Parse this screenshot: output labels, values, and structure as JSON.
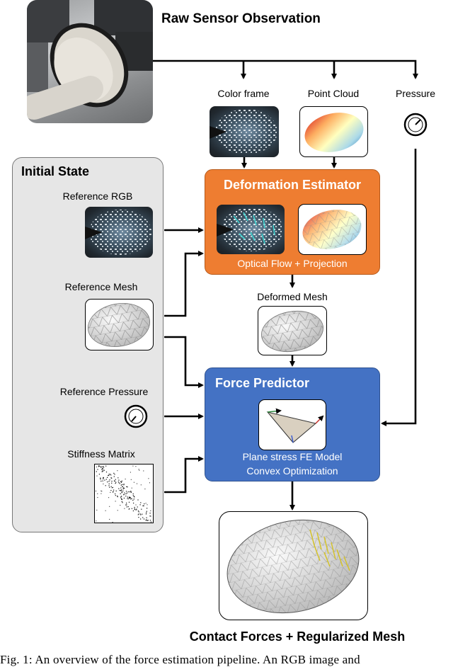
{
  "title_raw": "Raw Sensor Observation",
  "labels": {
    "color_frame": "Color frame",
    "point_cloud": "Point Cloud",
    "pressure": "Pressure",
    "initial_state": "Initial State",
    "reference_rgb": "Reference RGB",
    "reference_mesh": "Reference Mesh",
    "reference_pressure": "Reference Pressure",
    "stiffness_matrix": "Stiffness Matrix",
    "deformed_mesh": "Deformed Mesh",
    "output": "Contact Forces + Regularized Mesh"
  },
  "deformation_estimator": {
    "title": "Deformation Estimator",
    "subtitle": "Optical Flow + Projection",
    "color": "#ee7d31"
  },
  "force_predictor": {
    "title": "Force Predictor",
    "line1": "Plane stress FE Model",
    "line2": "Convex Optimization",
    "color": "#4472c4"
  },
  "caption": "Fig. 1: An overview of the force estimation pipeline. An RGB image and"
}
